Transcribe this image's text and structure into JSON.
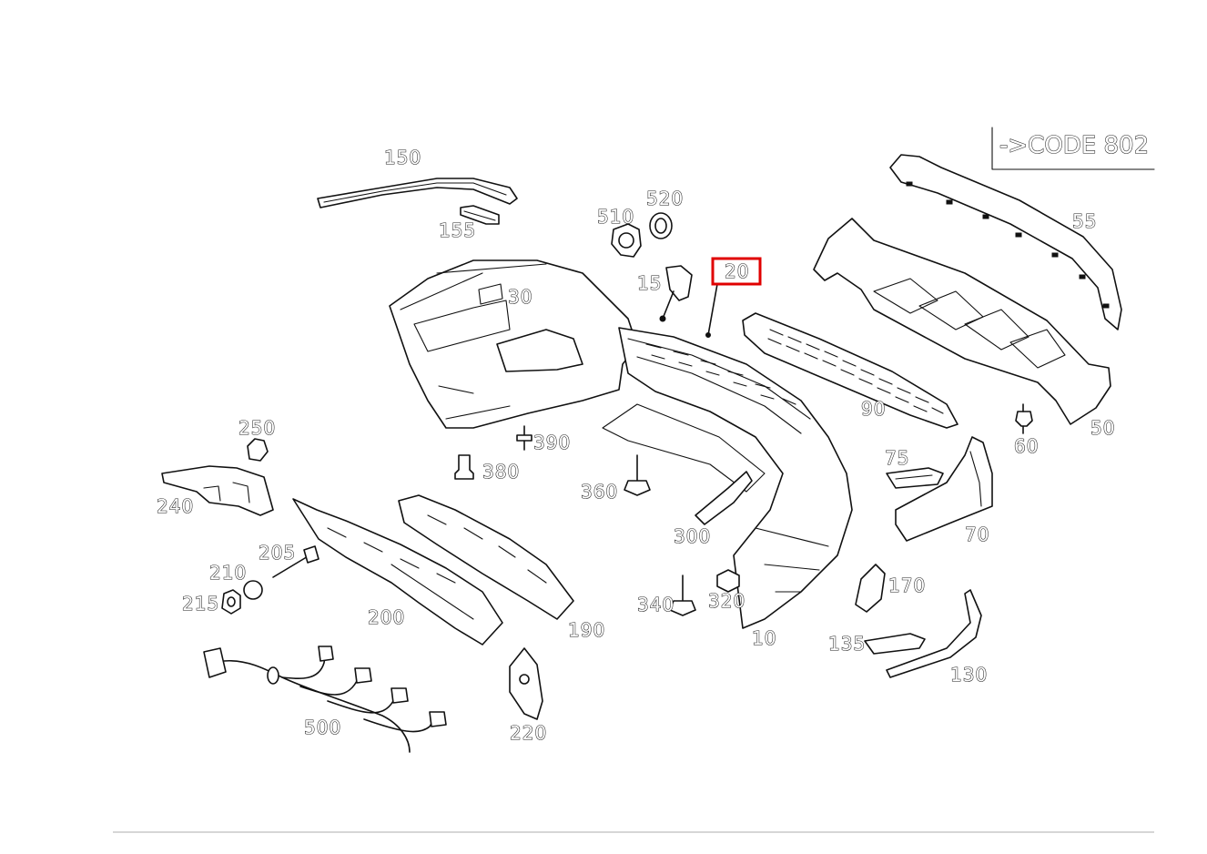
{
  "code_note": "->CODE 802",
  "highlight_color": "#e00000",
  "parts": [
    {
      "id": "p150",
      "label": "150"
    },
    {
      "id": "p155",
      "label": "155"
    },
    {
      "id": "p510",
      "label": "510"
    },
    {
      "id": "p520",
      "label": "520"
    },
    {
      "id": "p20",
      "label": "20",
      "highlighted": true
    },
    {
      "id": "p15",
      "label": "15"
    },
    {
      "id": "p30",
      "label": "30"
    },
    {
      "id": "p55",
      "label": "55"
    },
    {
      "id": "p90",
      "label": "90"
    },
    {
      "id": "p50",
      "label": "50"
    },
    {
      "id": "p60",
      "label": "60"
    },
    {
      "id": "p250",
      "label": "250"
    },
    {
      "id": "p390",
      "label": "390"
    },
    {
      "id": "p380",
      "label": "380"
    },
    {
      "id": "p240",
      "label": "240"
    },
    {
      "id": "p360",
      "label": "360"
    },
    {
      "id": "p75",
      "label": "75"
    },
    {
      "id": "p205",
      "label": "205"
    },
    {
      "id": "p210",
      "label": "210"
    },
    {
      "id": "p215",
      "label": "215"
    },
    {
      "id": "p300",
      "label": "300"
    },
    {
      "id": "p70",
      "label": "70"
    },
    {
      "id": "p170",
      "label": "170"
    },
    {
      "id": "p200",
      "label": "200"
    },
    {
      "id": "p340",
      "label": "340"
    },
    {
      "id": "p320",
      "label": "320"
    },
    {
      "id": "p190",
      "label": "190"
    },
    {
      "id": "p10",
      "label": "10"
    },
    {
      "id": "p135",
      "label": "135"
    },
    {
      "id": "p130",
      "label": "130"
    },
    {
      "id": "p500",
      "label": "500"
    },
    {
      "id": "p220",
      "label": "220"
    }
  ]
}
